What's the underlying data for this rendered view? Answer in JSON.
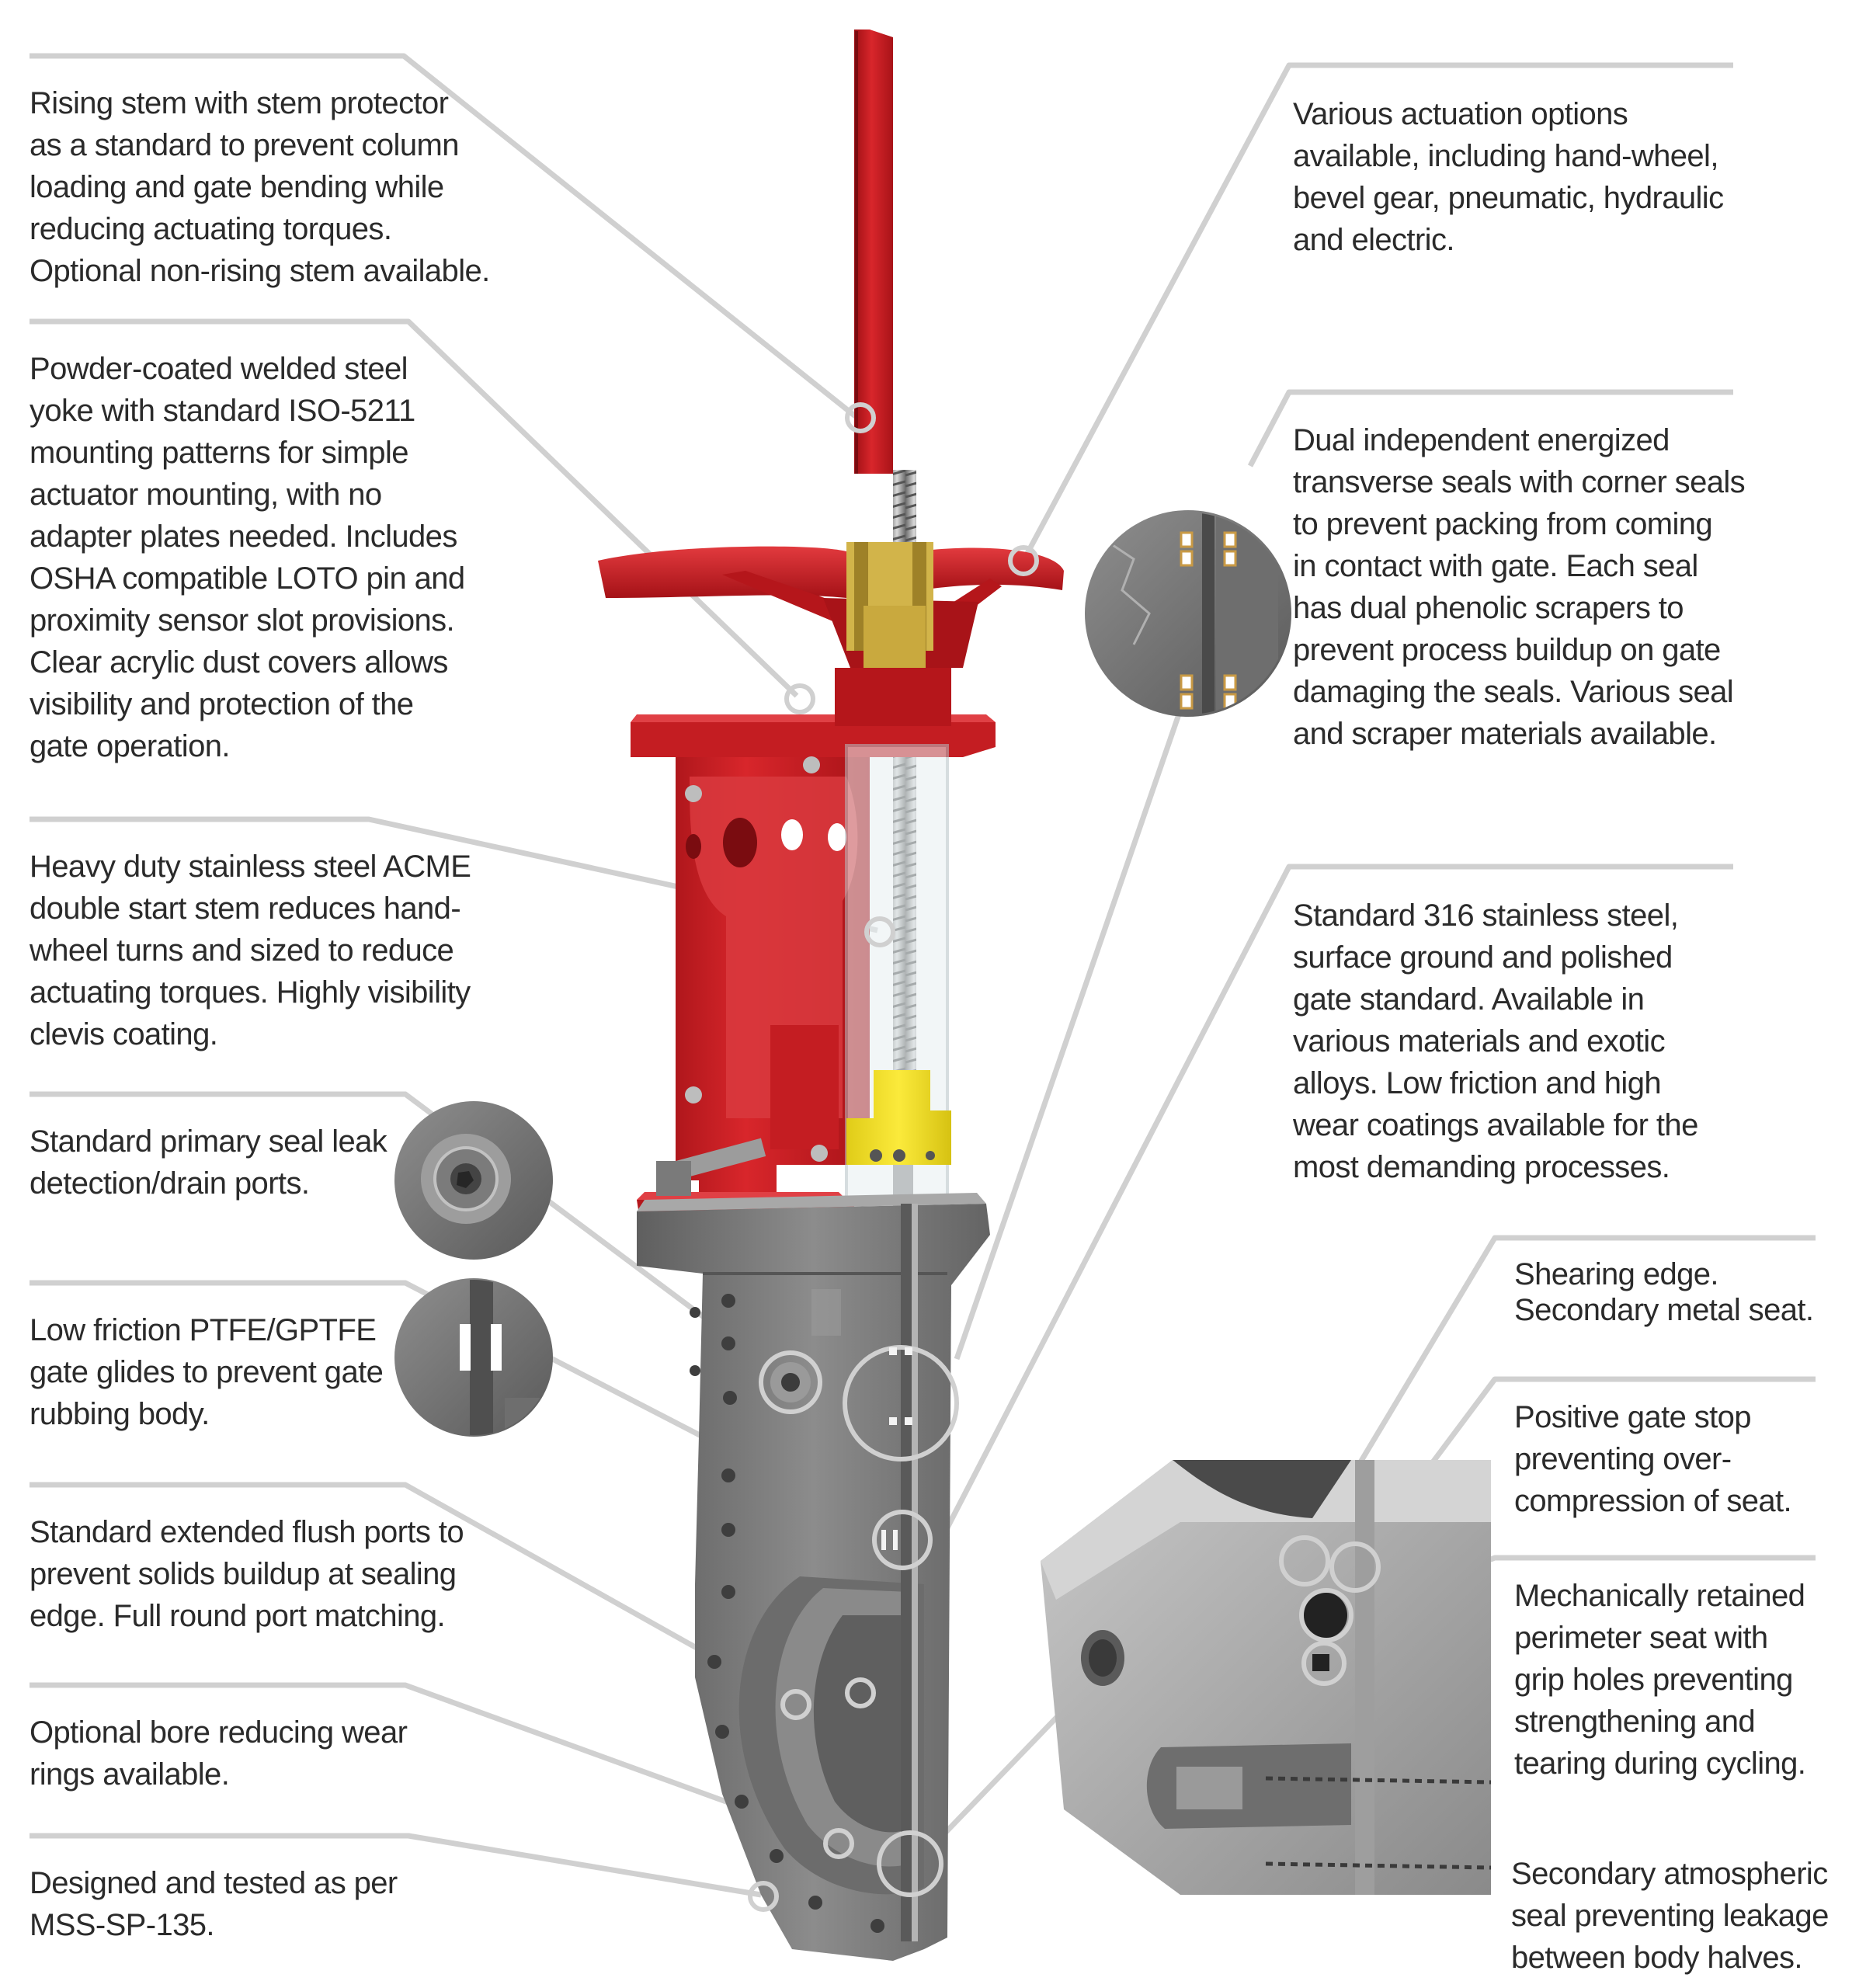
{
  "callouts": {
    "rising_stem": "Rising stem with stem protector\nas a standard to prevent column\nloading and gate bending while\nreducing actuating torques.\nOptional non-rising stem available.",
    "yoke": "Powder-coated welded steel\nyoke with standard ISO-5211\nmounting patterns for simple\nactuator mounting, with no\nadapter plates needed. Includes\nOSHA compatible LOTO pin and\nproximity sensor slot provisions.\nClear acrylic dust covers allows\nvisibility and protection of the\ngate operation.",
    "acme_stem": "Heavy duty stainless steel ACME\ndouble start stem reduces hand-\nwheel turns and sized to reduce\nactuating torques. Highly visibility\nclevis coating.",
    "leak_detection": "Standard primary seal leak\ndetection/drain ports.",
    "gate_glides": "Low friction PTFE/GPTFE\ngate glides to prevent gate\nrubbing body.",
    "flush_ports": "Standard extended flush ports to\nprevent solids buildup at sealing\nedge. Full round port matching.",
    "wear_rings": "Optional bore reducing wear\nrings available.",
    "mss": "Designed and tested as per\nMSS-SP-135.",
    "actuation": "Various actuation options\navailable, including hand-wheel,\nbevel gear, pneumatic, hydraulic\nand electric.",
    "transverse_seals": "Dual independent energized\ntransverse seals with corner seals\nto prevent packing from coming\nin contact with gate. Each seal\nhas dual phenolic scrapers to\nprevent process buildup on gate\ndamaging the seals. Various seal\nand scraper materials available.",
    "gate_316": "Standard 316 stainless steel,\nsurface ground and polished\ngate standard. Available in\nvarious materials and exotic\nalloys. Low friction and high\nwear coatings available for the\nmost demanding processes.",
    "shearing_edge": "Shearing edge.\nSecondary metal seat.",
    "gate_stop": "Positive gate stop\npreventing over-\ncompression of seat.",
    "perimeter_seat": "Mechanically retained\nperimeter seat with\ngrip holes preventing\nstrengthening and\ntearing during cycling.",
    "atmospheric_seal": "Secondary atmospheric\nseal preventing leakage\nbetween body halves."
  },
  "colors": {
    "accent_red": "#c8171d",
    "body_gray": "#7a7a7a",
    "leader_gray": "#d0d0d0",
    "text": "#2b2b2b"
  }
}
